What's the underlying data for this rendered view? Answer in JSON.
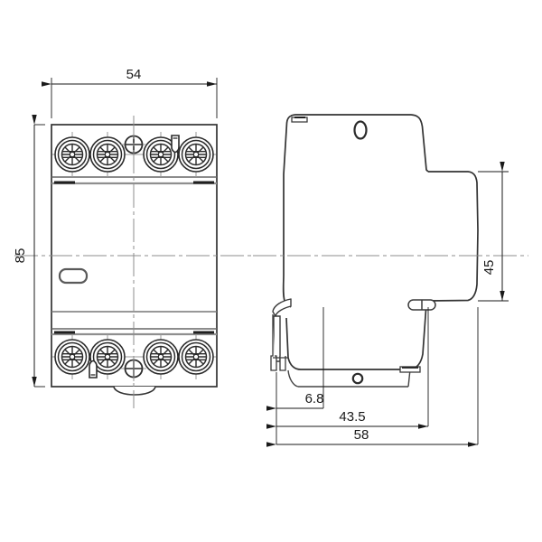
{
  "drawing": {
    "type": "technical-dimension-drawing",
    "subject": "4-pole DIN-rail modular contactor",
    "units": "mm",
    "views": [
      {
        "id": "front",
        "name": "front-view"
      },
      {
        "id": "side",
        "name": "side-view"
      }
    ]
  },
  "dimensions": {
    "width": "54",
    "height": "85",
    "depth_total": "58",
    "depth_body": "43.5",
    "depth_rail_offset": "6.8",
    "height_profile": "45"
  },
  "front_view": {
    "pole_count": 4,
    "terminal_screw_name": "pozidriv-terminal-screw",
    "top_terminals": [
      "terminal-1",
      "terminal-2",
      "terminal-3",
      "terminal-4"
    ],
    "bottom_terminals": [
      "terminal-5",
      "terminal-6",
      "terminal-7",
      "terminal-8"
    ],
    "marker_cross_icon": "crosshair-screw-icon",
    "indicator_icon": "status-indicator-icon",
    "label_slot": "label-slot"
  },
  "side_view": {
    "top_hole_icon": "oval-mounting-hole",
    "bottom_hole_icon": "round-mounting-hole",
    "clip_name": "din-rail-clip",
    "slot_name": "side-slot"
  },
  "colors": {
    "outline": "#333333",
    "thin_line": "#555555",
    "dimension_line": "#1a1a1a",
    "center_line": "#8c8c8c",
    "background": "#ffffff"
  }
}
